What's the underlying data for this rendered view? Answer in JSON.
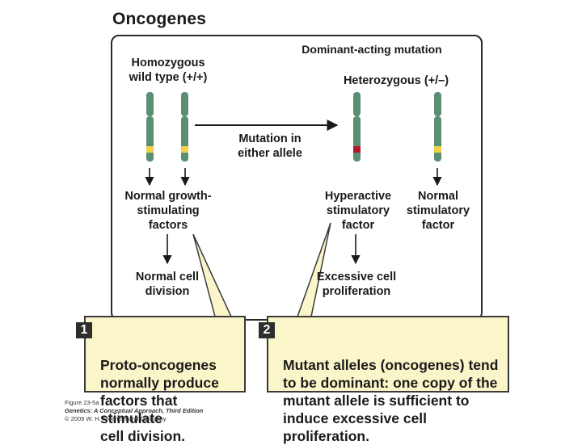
{
  "title": "Oncogenes",
  "dominant_heading": "Dominant-acting mutation",
  "left_genotype": "Homozygous\nwild type (+/+)",
  "right_genotype": "Heterozygous (+/–)",
  "mutation_arrow_label": "Mutation in\neither allele",
  "left_product": "Normal growth-\nstimulating\nfactors",
  "left_outcome": "Normal cell\ndivision",
  "hyperactive_product": "Hyperactive\nstimulatory\nfactor",
  "normal_product": "Normal\nstimulatory\nfactor",
  "right_outcome": "Excessive cell\nproliferation",
  "callout1": {
    "number": "1",
    "text": "Proto-oncogenes\nnormally produce\nfactors that stimulate\ncell division."
  },
  "callout2": {
    "number": "2",
    "text": "Mutant alleles (oncogenes) tend\nto be dominant: one copy of the\nmutant allele is sufficient to\ninduce excessive cell proliferation."
  },
  "credit": {
    "figure": "Figure 23-5a",
    "book": "Genetics: A Conceptual Approach, Third Edition",
    "copyright": "© 2009 W. H. Freeman and Company"
  },
  "colors": {
    "chromosome": "#5a8f74",
    "normal_band": "#f2d24a",
    "mutant_band": "#b3152b",
    "callout_fill": "#fbf6c9"
  }
}
